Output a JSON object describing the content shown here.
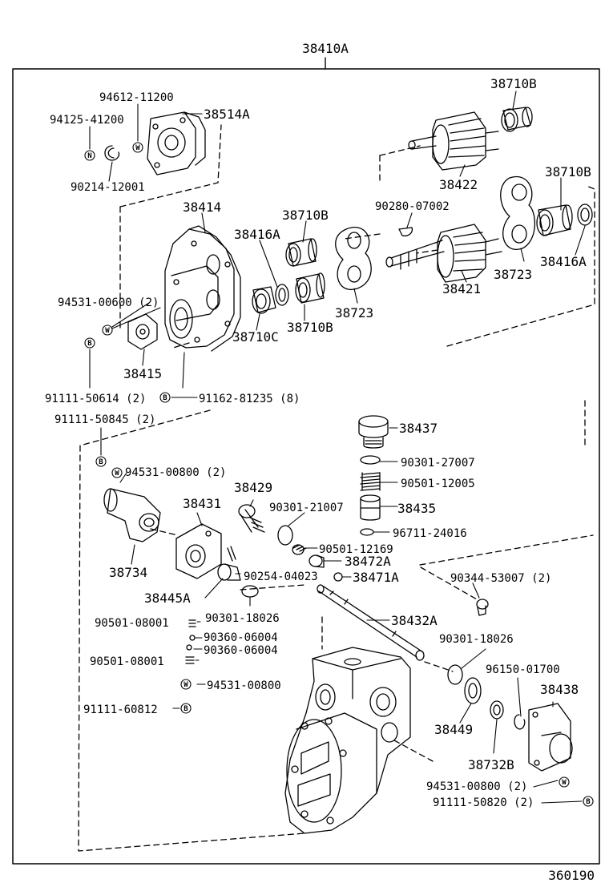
{
  "diagram": {
    "assembly_number": "38410A",
    "figure_number": "360190",
    "labels": [
      {
        "id": "l1",
        "text": "94612-11200"
      },
      {
        "id": "l2",
        "text": "94125-41200"
      },
      {
        "id": "l3",
        "text": "38514A"
      },
      {
        "id": "l4",
        "text": "90214-12001"
      },
      {
        "id": "l5",
        "text": "38710B"
      },
      {
        "id": "l6",
        "text": "38422"
      },
      {
        "id": "l7",
        "text": "38710B"
      },
      {
        "id": "l8",
        "text": "90280-07002"
      },
      {
        "id": "l9",
        "text": "38414"
      },
      {
        "id": "l10",
        "text": "38710B"
      },
      {
        "id": "l11",
        "text": "38416A"
      },
      {
        "id": "l12",
        "text": "38416A"
      },
      {
        "id": "l13",
        "text": "38723"
      },
      {
        "id": "l14",
        "text": "38421"
      },
      {
        "id": "l15",
        "text": "94531-00600 (2)"
      },
      {
        "id": "l16",
        "text": "38710C"
      },
      {
        "id": "l17",
        "text": "38710B"
      },
      {
        "id": "l18",
        "text": "38723"
      },
      {
        "id": "l19",
        "text": "38415"
      },
      {
        "id": "l20",
        "text": "91111-50614 (2)"
      },
      {
        "id": "l21",
        "text": "91162-81235 (8)"
      },
      {
        "id": "l22",
        "text": "91111-50845 (2)"
      },
      {
        "id": "l23",
        "text": "38437"
      },
      {
        "id": "l24",
        "text": "90301-27007"
      },
      {
        "id": "l25",
        "text": "94531-00800 (2)"
      },
      {
        "id": "l26",
        "text": "90501-12005"
      },
      {
        "id": "l27",
        "text": "38429"
      },
      {
        "id": "l28",
        "text": "38431"
      },
      {
        "id": "l29",
        "text": "90301-21007"
      },
      {
        "id": "l30",
        "text": "38435"
      },
      {
        "id": "l31",
        "text": "96711-24016"
      },
      {
        "id": "l32",
        "text": "90501-12169"
      },
      {
        "id": "l33",
        "text": "38472A"
      },
      {
        "id": "l34",
        "text": "38734"
      },
      {
        "id": "l35",
        "text": "90254-04023"
      },
      {
        "id": "l36",
        "text": "38471A"
      },
      {
        "id": "l37",
        "text": "90344-53007 (2)"
      },
      {
        "id": "l38",
        "text": "38445A"
      },
      {
        "id": "l39",
        "text": "90301-18026"
      },
      {
        "id": "l40",
        "text": "38432A"
      },
      {
        "id": "l41",
        "text": "90501-08001"
      },
      {
        "id": "l42",
        "text": "90360-06004"
      },
      {
        "id": "l43",
        "text": "90360-06004"
      },
      {
        "id": "l44",
        "text": "90501-08001"
      },
      {
        "id": "l45",
        "text": "90301-18026"
      },
      {
        "id": "l46",
        "text": "96150-01700"
      },
      {
        "id": "l47",
        "text": "94531-00800"
      },
      {
        "id": "l48",
        "text": "38438"
      },
      {
        "id": "l49",
        "text": "91111-60812"
      },
      {
        "id": "l50",
        "text": "38449"
      },
      {
        "id": "l51",
        "text": "38732B"
      },
      {
        "id": "l52",
        "text": "94531-00800 (2)"
      },
      {
        "id": "l53",
        "text": "91111-50820 (2)"
      }
    ],
    "fastener_symbols": {
      "bolt": "B",
      "washer": "W",
      "nut": "N"
    }
  }
}
